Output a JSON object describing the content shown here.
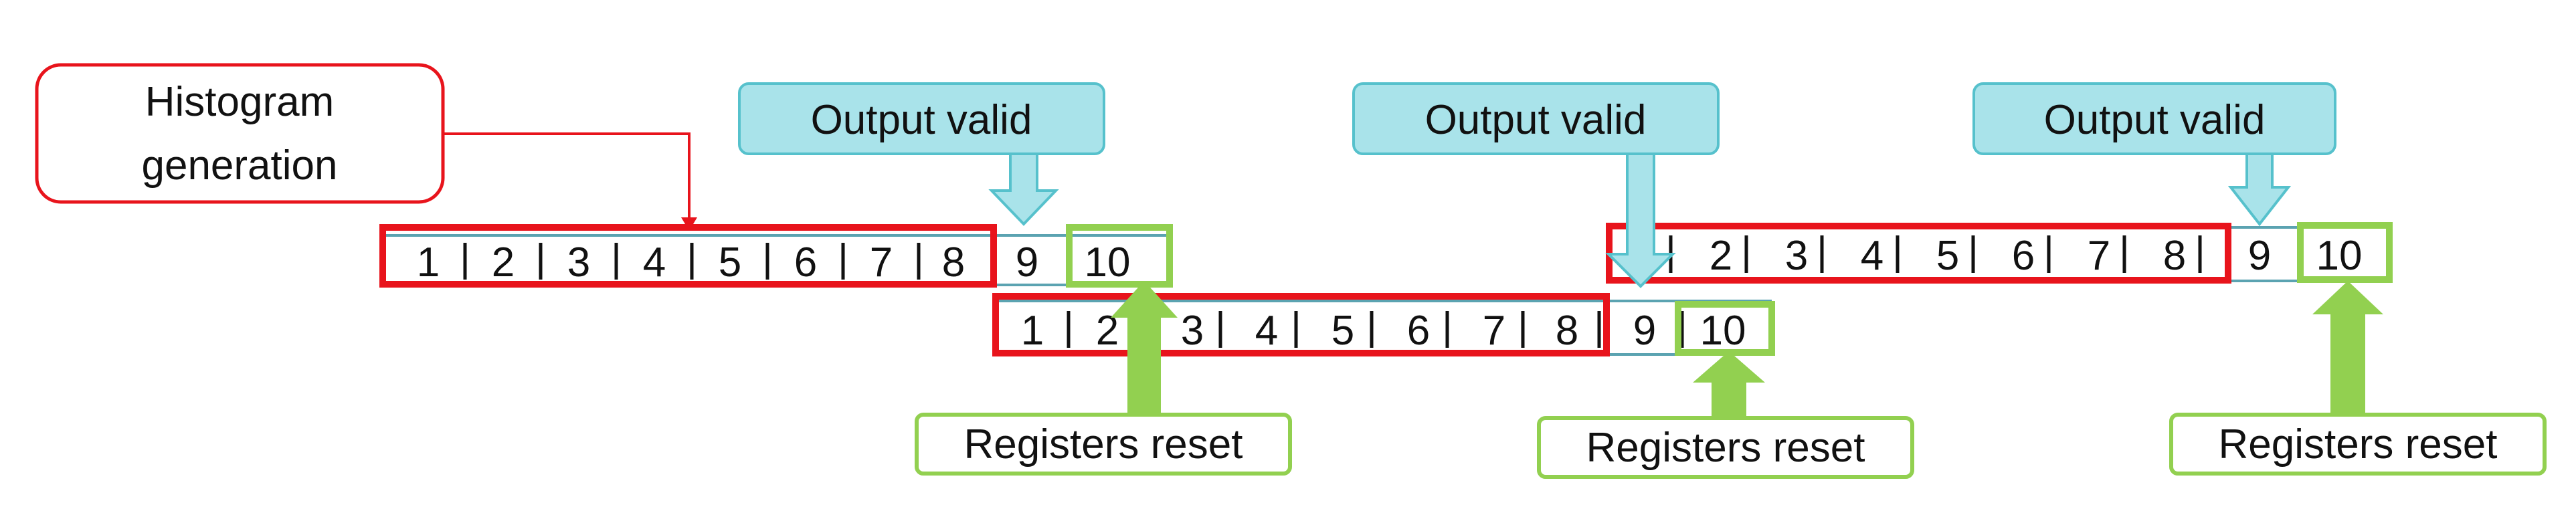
{
  "histogram_box": {
    "line1": "Histogram",
    "line2": "generation"
  },
  "output_valid_labels": [
    "Output valid",
    "Output valid",
    "Output valid"
  ],
  "registers_reset_labels": [
    "Registers reset",
    "Registers reset",
    "Registers reset"
  ],
  "rows": [
    {
      "cells": [
        "1",
        "2",
        "3",
        "4",
        "5",
        "6",
        "7",
        "8",
        "9",
        "10"
      ]
    },
    {
      "cells": [
        "1",
        "2",
        "3",
        "4",
        "5",
        "6",
        "7",
        "8",
        "9",
        "10"
      ]
    },
    {
      "cells": [
        "2",
        "3",
        "4",
        "5",
        "6",
        "7",
        "8",
        "9",
        "10"
      ]
    }
  ],
  "colors": {
    "red": "#e8141c",
    "green": "#92d050",
    "cyan_fill": "#a9e3ea",
    "cyan_stroke": "#56c1cc",
    "teal_line": "#5ba3b1",
    "text": "#111111"
  }
}
